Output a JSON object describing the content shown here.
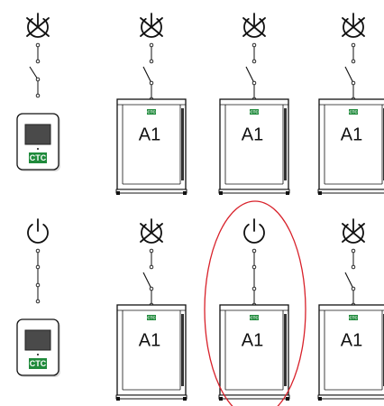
{
  "brand": {
    "logo_text": "CTC",
    "logo_color": "#1f8a3b"
  },
  "unit_label": "A1",
  "colors": {
    "line": "#111111",
    "highlight": "#d8212a",
    "screen": "#4a4a4a"
  },
  "rows": [
    {
      "name": "row-1",
      "controller": {
        "power": "disabled",
        "switch": "open",
        "logo": "CTC"
      },
      "units": [
        {
          "label": "A1",
          "power": "disabled",
          "switch": "open",
          "logo": "CTC"
        },
        {
          "label": "A1",
          "power": "disabled",
          "switch": "open",
          "logo": "CTC"
        },
        {
          "label": "A1",
          "power": "disabled",
          "switch": "open",
          "logo": "CTC"
        }
      ]
    },
    {
      "name": "row-2",
      "controller": {
        "power": "enabled",
        "switch": "closed",
        "logo": "CTC"
      },
      "units": [
        {
          "label": "A1",
          "power": "disabled",
          "switch": "open",
          "logo": "CTC"
        },
        {
          "label": "A1",
          "power": "enabled",
          "switch": "closed",
          "logo": "CTC",
          "highlighted": true
        },
        {
          "label": "A1",
          "power": "disabled",
          "switch": "open",
          "logo": "CTC"
        }
      ]
    }
  ]
}
